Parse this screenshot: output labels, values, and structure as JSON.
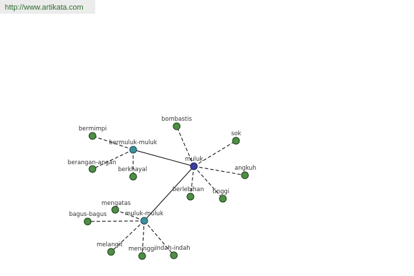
{
  "header": {
    "url": "http://www.artikata.com"
  },
  "graph": {
    "center": "muluk",
    "nodes": [
      {
        "id": "muluk",
        "label": "muluk",
        "kind": "center"
      },
      {
        "id": "bermuluk-muluk",
        "label": "bermuluk-muluk",
        "kind": "hub"
      },
      {
        "id": "muluk-muluk",
        "label": "muluk-muluk",
        "kind": "hub"
      },
      {
        "id": "bombastis",
        "label": "bombastis",
        "kind": "leaf"
      },
      {
        "id": "sok",
        "label": "sok",
        "kind": "leaf"
      },
      {
        "id": "angkuh",
        "label": "angkuh",
        "kind": "leaf"
      },
      {
        "id": "tinggi",
        "label": "tinggi",
        "kind": "leaf"
      },
      {
        "id": "berlebihan",
        "label": "berlebihan",
        "kind": "leaf"
      },
      {
        "id": "bermimpi",
        "label": "bermimpi",
        "kind": "leaf"
      },
      {
        "id": "berangan-angan",
        "label": "berangan-angan",
        "kind": "leaf"
      },
      {
        "id": "berkhayal",
        "label": "berkhayal",
        "kind": "leaf"
      },
      {
        "id": "mengatas",
        "label": "mengatas",
        "kind": "leaf"
      },
      {
        "id": "bagus-bagus",
        "label": "bagus-bagus",
        "kind": "leaf"
      },
      {
        "id": "melangit",
        "label": "melangit",
        "kind": "leaf"
      },
      {
        "id": "meninggi",
        "label": "meninggi",
        "kind": "leaf"
      },
      {
        "id": "indah-indah",
        "label": "indah-indah",
        "kind": "leaf"
      }
    ],
    "edges": [
      {
        "from": "muluk",
        "to": "bermuluk-muluk",
        "style": "solid"
      },
      {
        "from": "muluk",
        "to": "muluk-muluk",
        "style": "solid"
      },
      {
        "from": "muluk",
        "to": "bombastis",
        "style": "dashed"
      },
      {
        "from": "muluk",
        "to": "sok",
        "style": "dashed"
      },
      {
        "from": "muluk",
        "to": "angkuh",
        "style": "dashed"
      },
      {
        "from": "muluk",
        "to": "tinggi",
        "style": "dashed"
      },
      {
        "from": "muluk",
        "to": "berlebihan",
        "style": "dashed"
      },
      {
        "from": "bermuluk-muluk",
        "to": "bermimpi",
        "style": "dashed"
      },
      {
        "from": "bermuluk-muluk",
        "to": "berangan-angan",
        "style": "dashed"
      },
      {
        "from": "bermuluk-muluk",
        "to": "berkhayal",
        "style": "dashed"
      },
      {
        "from": "muluk-muluk",
        "to": "mengatas",
        "style": "dashed"
      },
      {
        "from": "muluk-muluk",
        "to": "bagus-bagus",
        "style": "dashed"
      },
      {
        "from": "muluk-muluk",
        "to": "melangit",
        "style": "dashed"
      },
      {
        "from": "muluk-muluk",
        "to": "meninggi",
        "style": "dashed"
      },
      {
        "from": "muluk-muluk",
        "to": "indah-indah",
        "style": "dashed"
      }
    ]
  },
  "colors": {
    "center": "#3a3fa0",
    "hub": "#3e8f9a",
    "leaf": "#4e8f45",
    "banner_bg": "#ececec",
    "banner_text": "#2f6b2f"
  }
}
